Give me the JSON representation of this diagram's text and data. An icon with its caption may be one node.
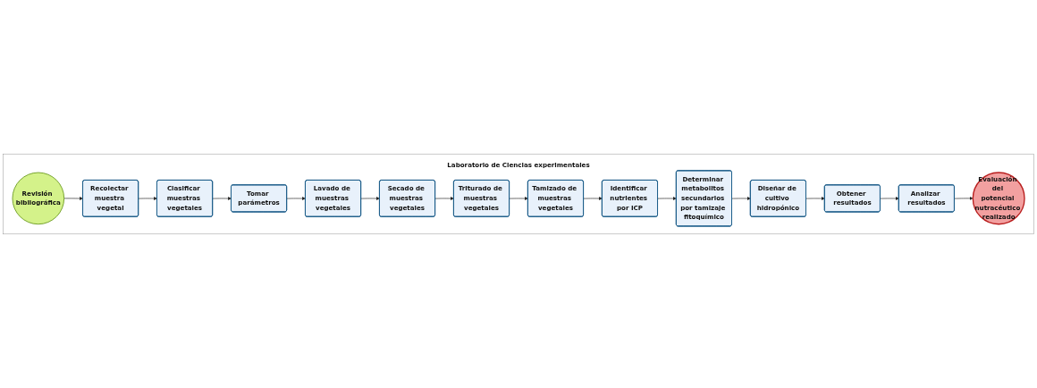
{
  "diagram": {
    "nodes": [
      {
        "text": [
          "Laboratorio de Ciencias experimentales"
        ]
      },
      {
        "text": [
          "Revisión bibliográfica"
        ],
        "in": 0
      },
      {
        "text": [
          "Recolectar muestra vegetal"
        ],
        "in": 0
      },
      {
        "text": [
          "Clasificar muestras vegetales"
        ],
        "in": 0
      },
      {
        "text": [
          "Tomar parámetros"
        ],
        "in": 0
      },
      {
        "text": [
          "Lavado de muestras vegetales"
        ],
        "in": 0
      },
      {
        "text": [
          "Secado de muestras vegetales"
        ],
        "in": 0
      },
      {
        "text": [
          "Triturado de muestras vegetales"
        ],
        "in": 0
      },
      {
        "text": [
          "Tamizado de muestras vegetales"
        ],
        "in": 0
      },
      {
        "text": [
          "Identificar nutrientes por ICP"
        ],
        "in": 0
      },
      {
        "text": [
          "Determinar metabolitos secundarios por tamizaje fitoquímico"
        ],
        "in": 0
      },
      {
        "text": [
          "Diseñar de cultivo hidropónico"
        ],
        "in": 0
      },
      {
        "text": [
          "Obtener resultados"
        ],
        "in": 0
      },
      {
        "text": [
          "Analizar resultados"
        ],
        "in": 0
      },
      {
        "text": [
          "Evaluación del potencial nutracéutico realizado"
        ],
        "in": 0
      }
    ],
    "edges": [
      {
        "from": 1,
        "to": 2,
        "arrow": "to"
      },
      {
        "from": 2,
        "to": 3,
        "arrow": "to"
      },
      {
        "from": 3,
        "to": 4,
        "arrow": "to"
      },
      {
        "from": 4,
        "to": 5,
        "arrow": "to"
      },
      {
        "from": 5,
        "to": 6,
        "arrow": "to"
      },
      {
        "from": 6,
        "to": 7,
        "arrow": "to"
      },
      {
        "from": 7,
        "to": 8,
        "arrow": "to"
      },
      {
        "from": 8,
        "to": 9,
        "arrow": "to"
      },
      {
        "from": 9,
        "to": 10,
        "arrow": "to"
      },
      {
        "from": 10,
        "to": 11,
        "arrow": "to"
      },
      {
        "from": 11,
        "to": 12,
        "arrow": "to"
      },
      {
        "from": 12,
        "to": 13,
        "arrow": "to"
      },
      {
        "from": 13,
        "to": 14,
        "arrow": "to"
      }
    ]
  }
}
